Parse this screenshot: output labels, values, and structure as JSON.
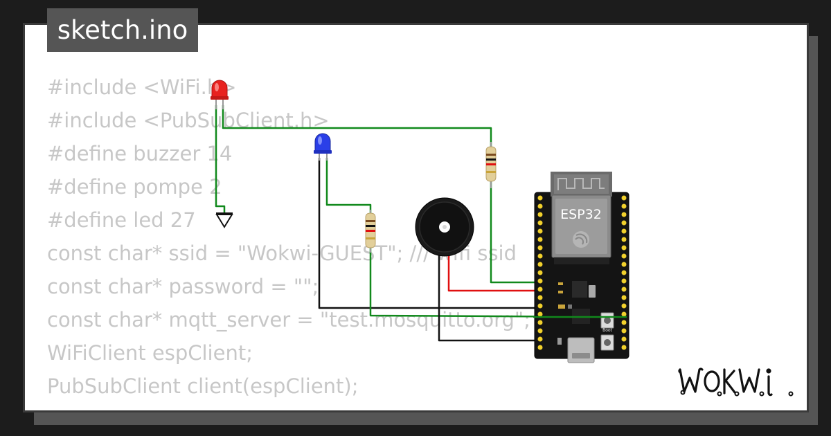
{
  "editor": {
    "tab_title": "sketch.ino",
    "code_lines": [
      "#include <WiFi.h>",
      "#include <PubSubClient.h>",
      "#define buzzer 14",
      "#define pompe 2",
      "#define led 27",
      "const char* ssid = \"Wokwi-GUEST\"; /// wifi ssid",
      "const char* password = \"\";",
      "const char* mqtt_server = \"test.mosquitto.org\";",
      "WiFiClient espClient;",
      "PubSubClient client(espClient);"
    ]
  },
  "board": {
    "label": "ESP32",
    "boot_label": "Boot"
  },
  "components": {
    "led_red_color": "#e8221f",
    "led_blue_color": "#2a3fe8",
    "wire_green": "#11891c",
    "wire_red": "#e01010",
    "wire_black": "#111111"
  },
  "brand": {
    "logo_text": "WOKWI"
  }
}
